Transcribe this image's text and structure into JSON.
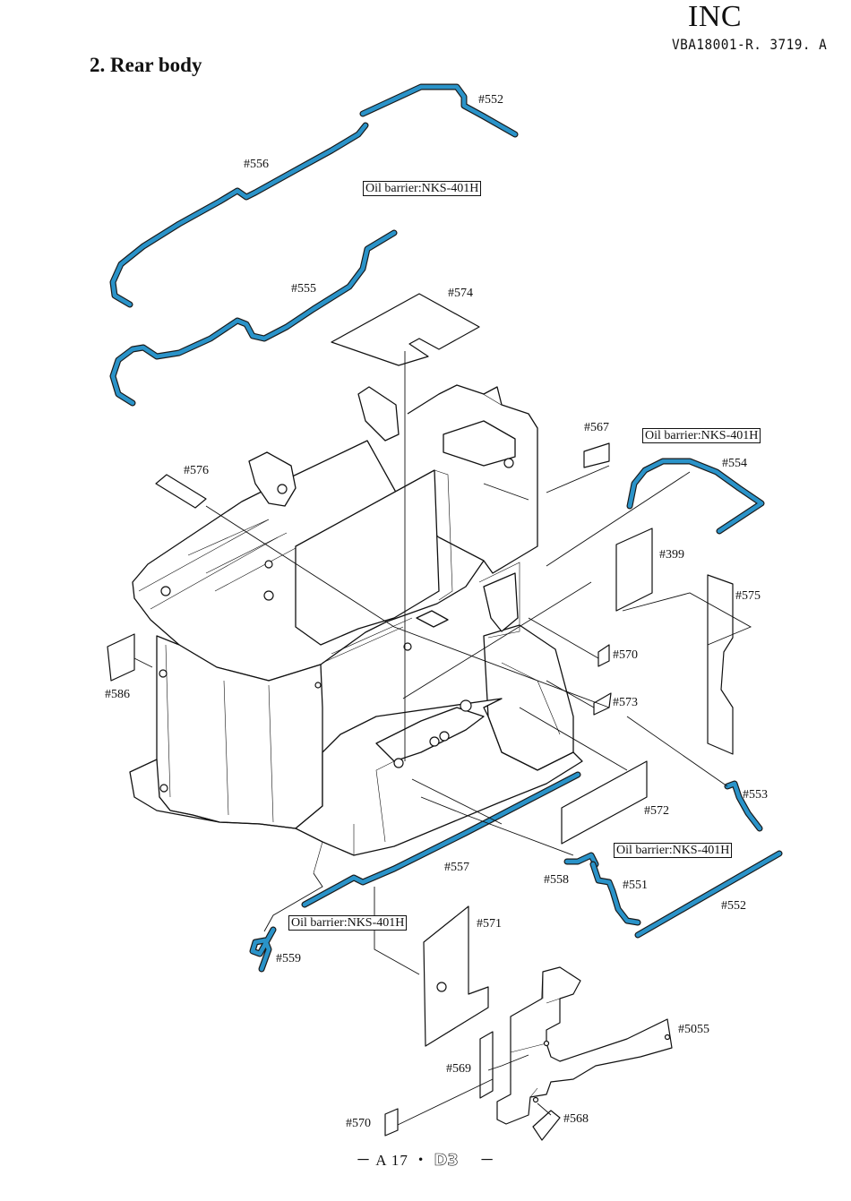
{
  "header": {
    "company": "INC",
    "doc_code": "VBA18001-R. 3719. A"
  },
  "section_title": "2. Rear body",
  "oil_barrier_label": "Oil barrier:NKS-401H",
  "parts": {
    "p552_top": "#552",
    "p556": "#556",
    "p555": "#555",
    "p574": "#574",
    "p567": "#567",
    "p554": "#554",
    "p576": "#576",
    "p399": "#399",
    "p575": "#575",
    "p570_mid": "#570",
    "p586": "#586",
    "p573": "#573",
    "p553": "#553",
    "p572": "#572",
    "p557": "#557",
    "p558": "#558",
    "p551": "#551",
    "p552_bottom": "#552",
    "p571": "#571",
    "p559": "#559",
    "p5055": "#5055",
    "p569": "#569",
    "p570_bottom": "#570",
    "p568": "#568"
  },
  "footer": {
    "page": "－ A 17 ・",
    "model": "D3",
    "dash": "－"
  },
  "colors": {
    "seal_highlight": "#2a93c9",
    "line": "#111111"
  }
}
